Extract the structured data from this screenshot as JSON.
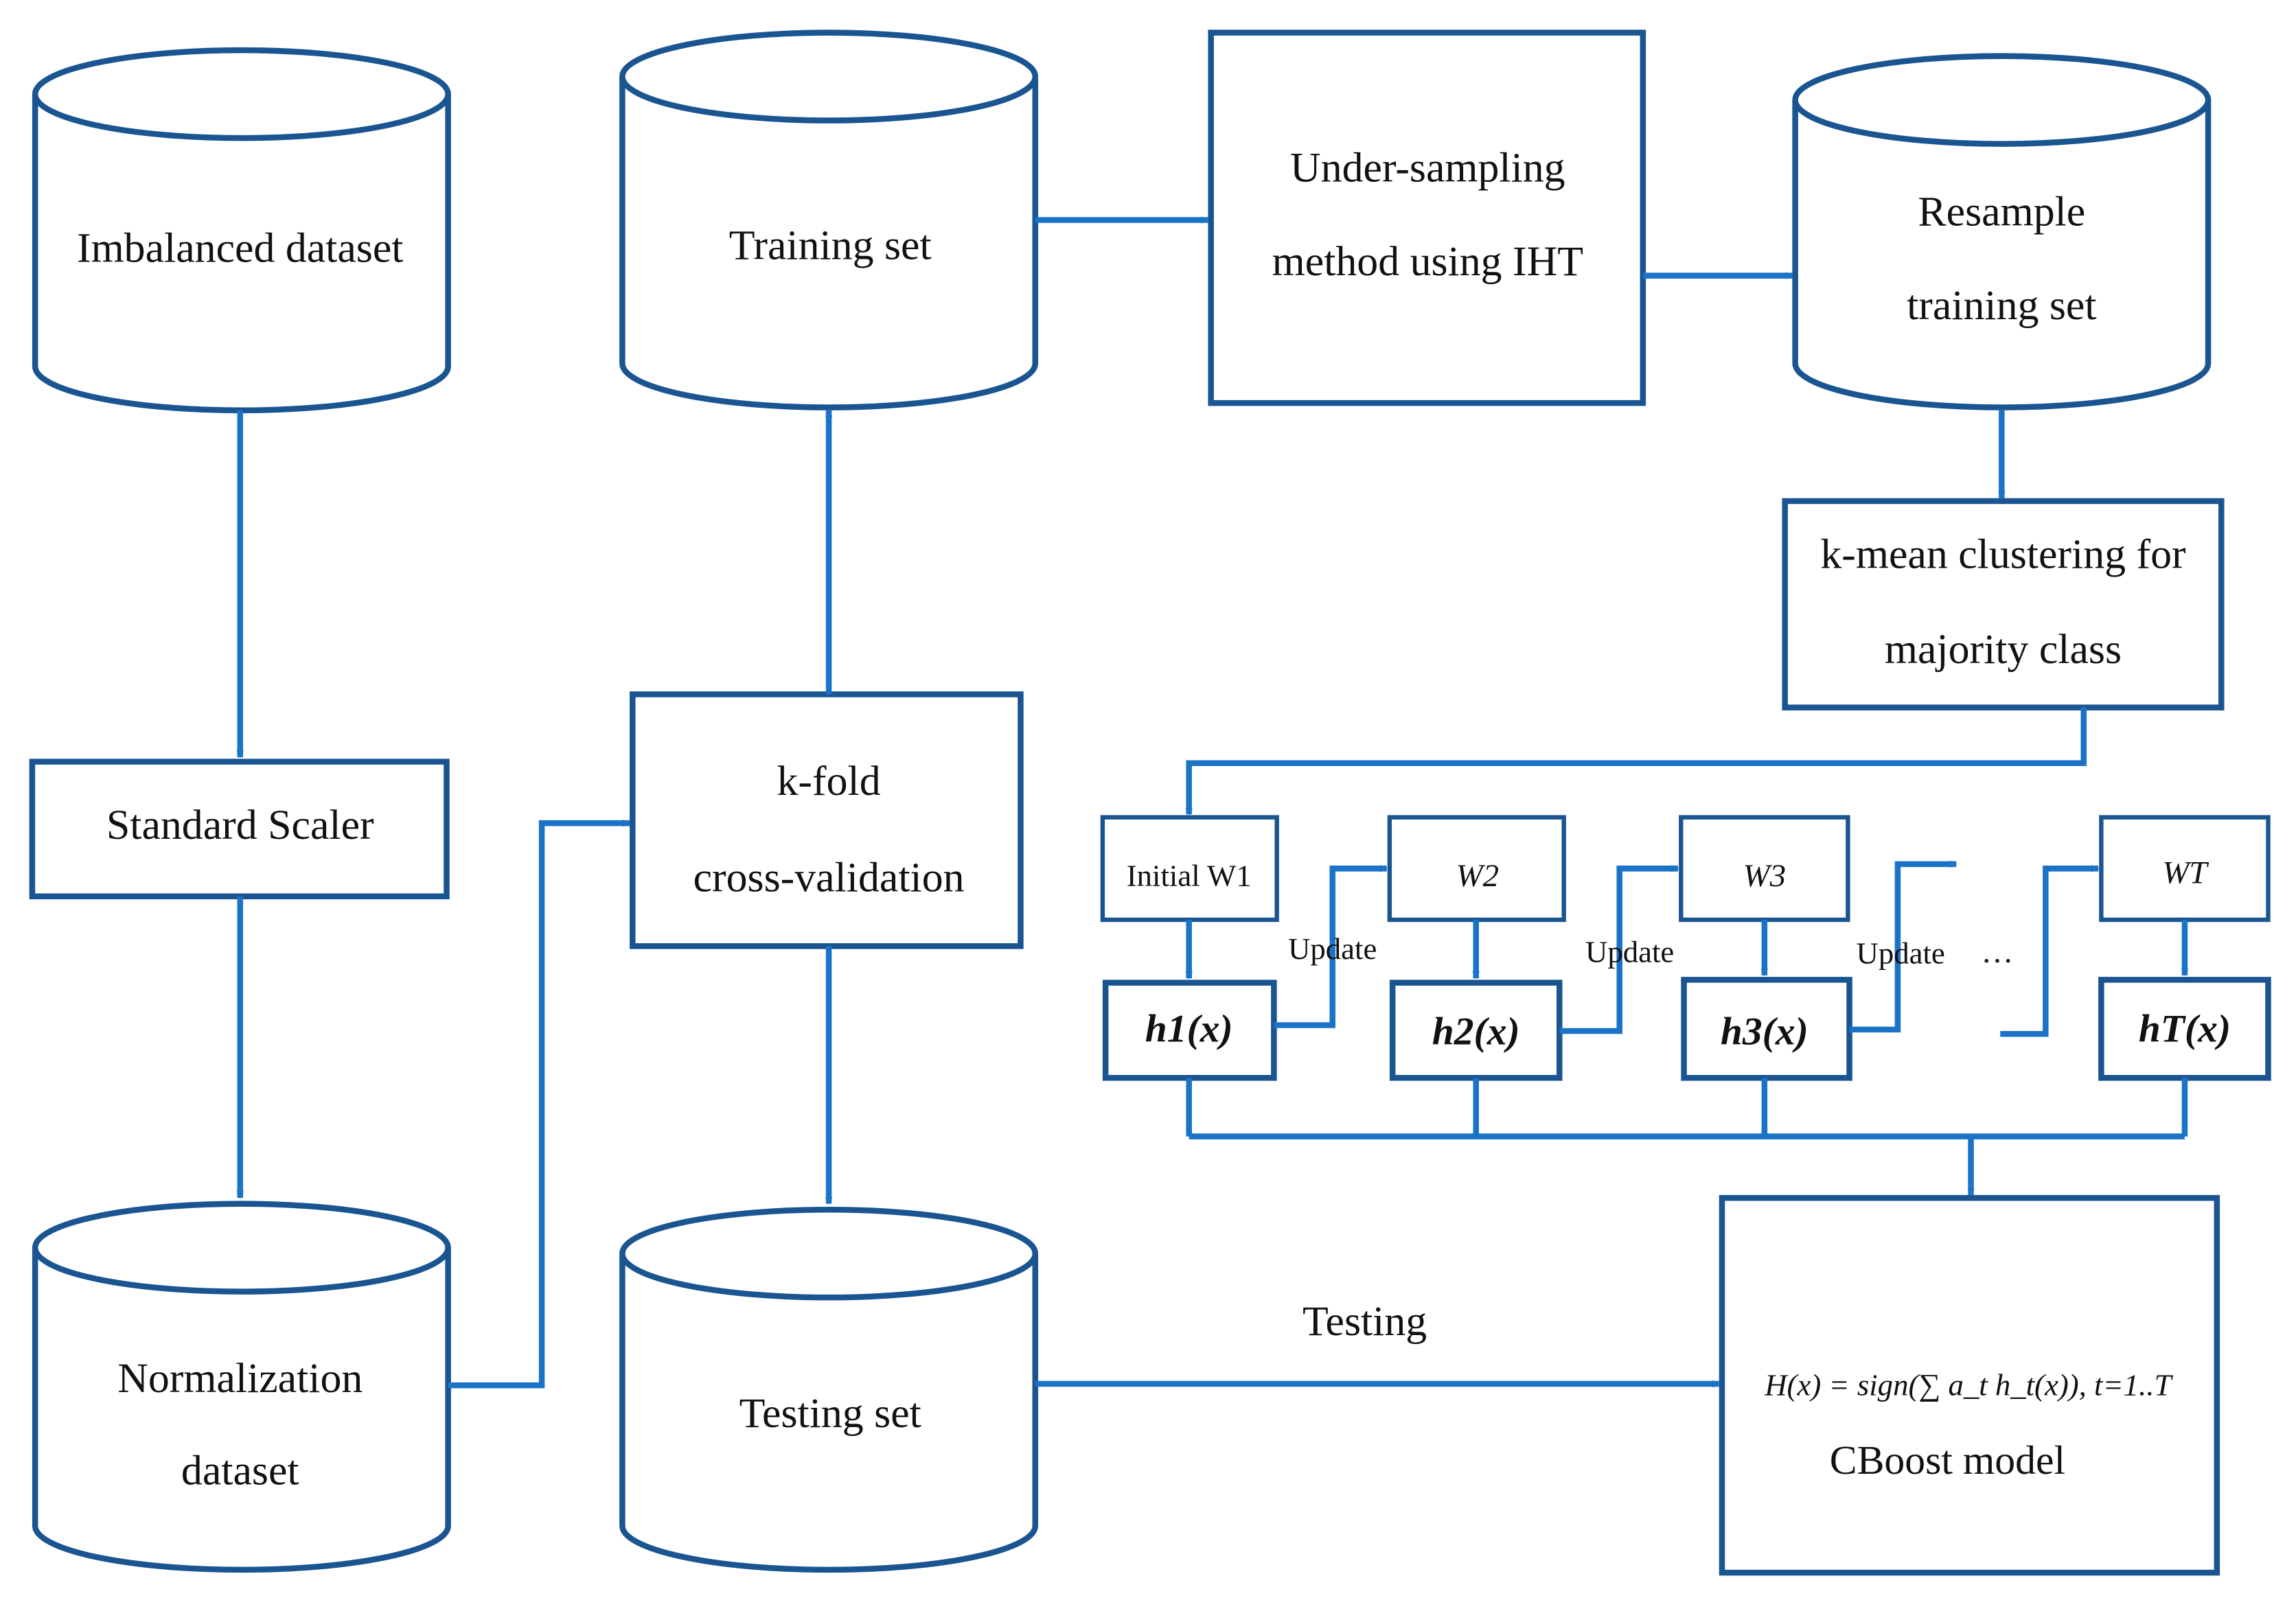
{
  "colors": {
    "stroke": "#1a5591",
    "arrow": "#1b73c8",
    "text": "#111111"
  },
  "nodes": {
    "imbalanced": [
      "Imbalanced dataset"
    ],
    "scaler": [
      "Standard Scaler"
    ],
    "normalization": [
      "Normalization",
      "dataset"
    ],
    "training": [
      "Training set"
    ],
    "kfold": [
      "k-fold",
      "cross-validation"
    ],
    "testing": [
      "Testing set"
    ],
    "undersampling": [
      "Under-sampling",
      "method using IHT"
    ],
    "resample": [
      "Resample",
      "training set"
    ],
    "kmean": [
      "k-mean clustering for",
      "majority class"
    ],
    "w1": "Initial W1",
    "w2": "W2",
    "w3": "W3",
    "wt": "WT",
    "h1": "h1(x)",
    "h2": "h2(x)",
    "h3": "h3(x)",
    "ht": "hT(x)",
    "cboost_formula": "H(x) = sign(∑ a_t h_t(x)), t=1..T",
    "cboost_label": "CBoost model"
  },
  "labels": {
    "update": "Update",
    "ellipsis": "…",
    "testing_edge": "Testing"
  }
}
